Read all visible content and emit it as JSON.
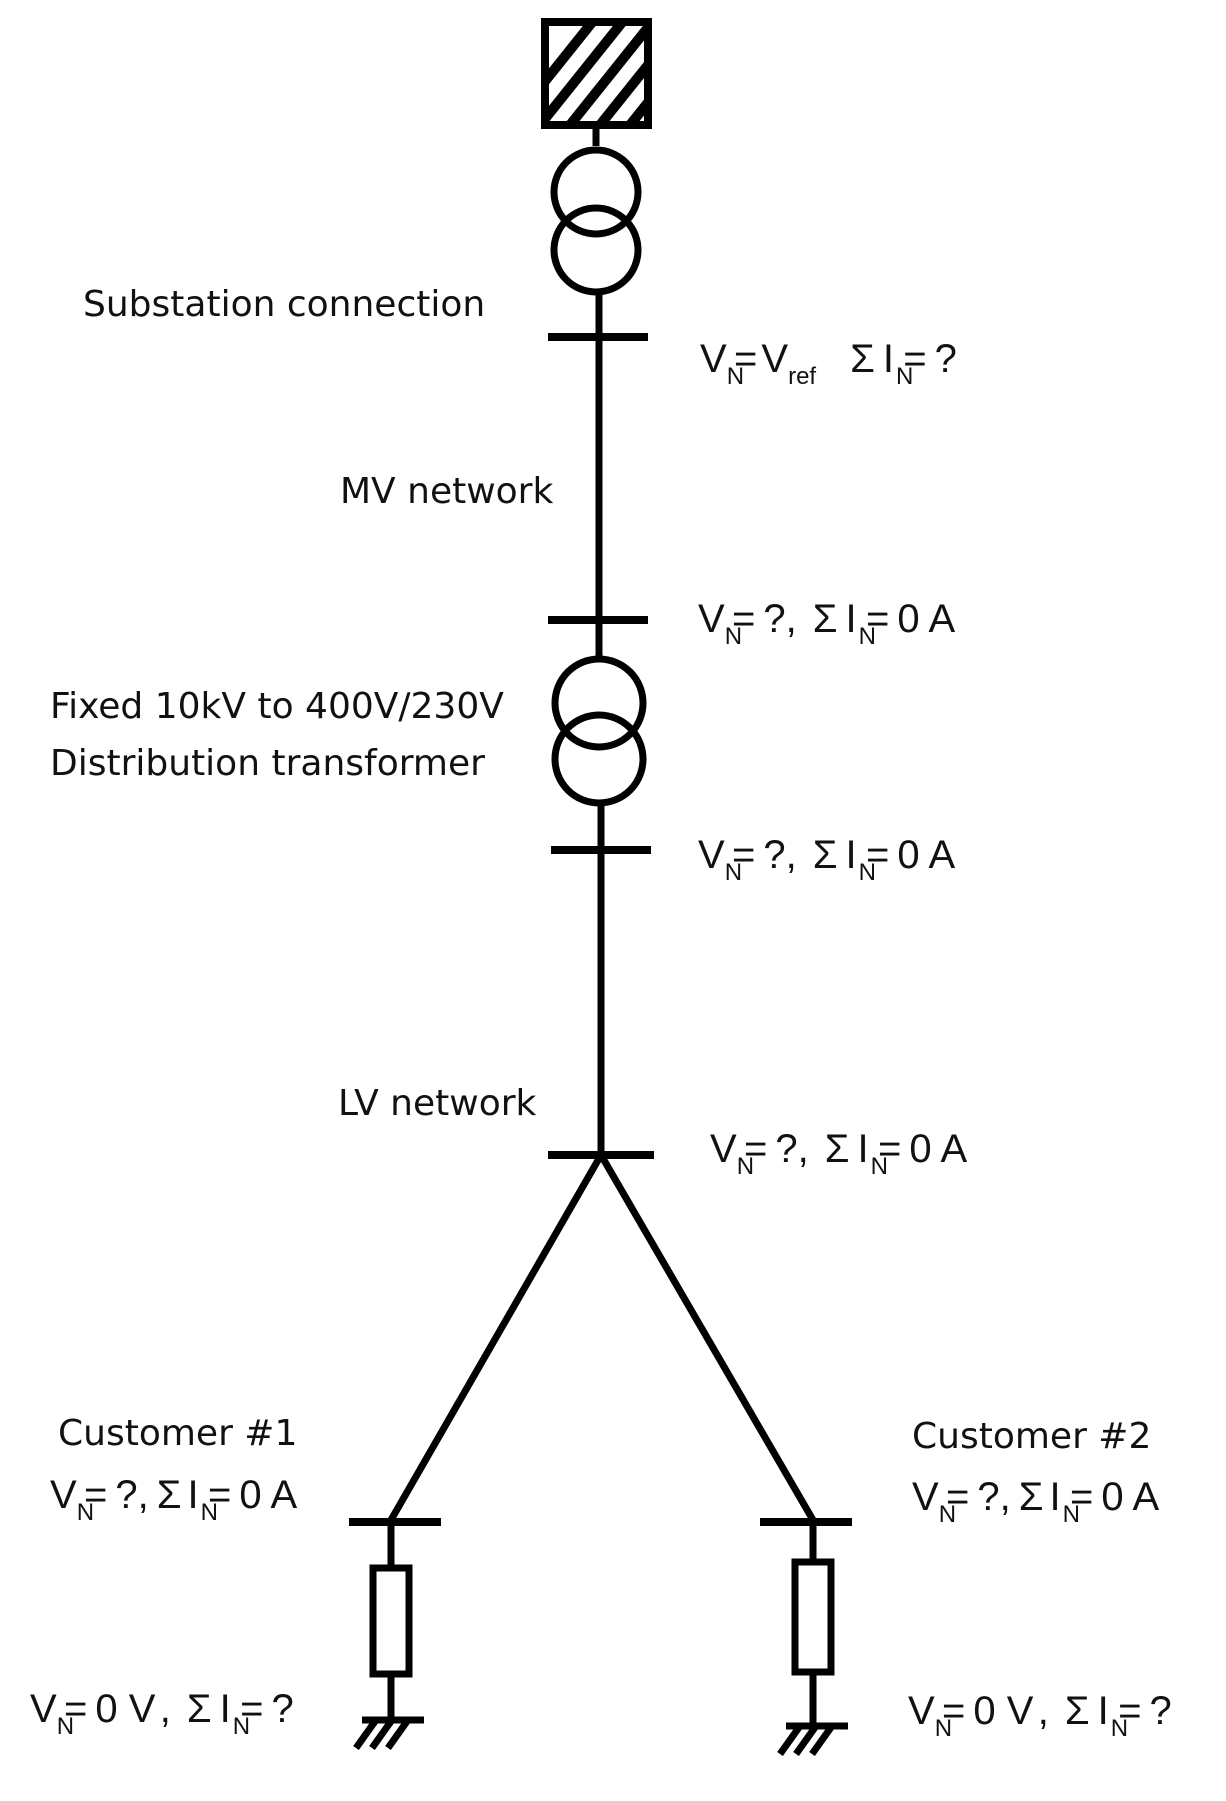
{
  "labels": {
    "substation": "Substation connection",
    "mv_network": "MV network",
    "transformer_line1": "Fixed 10kV to 400V/230V",
    "transformer_line2": "Distribution transformer",
    "lv_network": "LV network",
    "customer1": "Customer #1",
    "customer2": "Customer #2"
  },
  "symbols": {
    "V": "V",
    "I": "I",
    "N": "N",
    "ref": "ref",
    "sum": "Σ",
    "eq": "=",
    "q": "?",
    "comma": ",",
    "zero_amp": "0 A",
    "zero_volt": "0 V"
  },
  "icons": {
    "grid_source": "hatched-square-icon",
    "transformer": "two-winding-transformer-icon",
    "load": "resistor-icon",
    "ground": "ground-icon"
  },
  "colors": {
    "line": "#000000",
    "text": "#111111",
    "background": "#ffffff"
  }
}
